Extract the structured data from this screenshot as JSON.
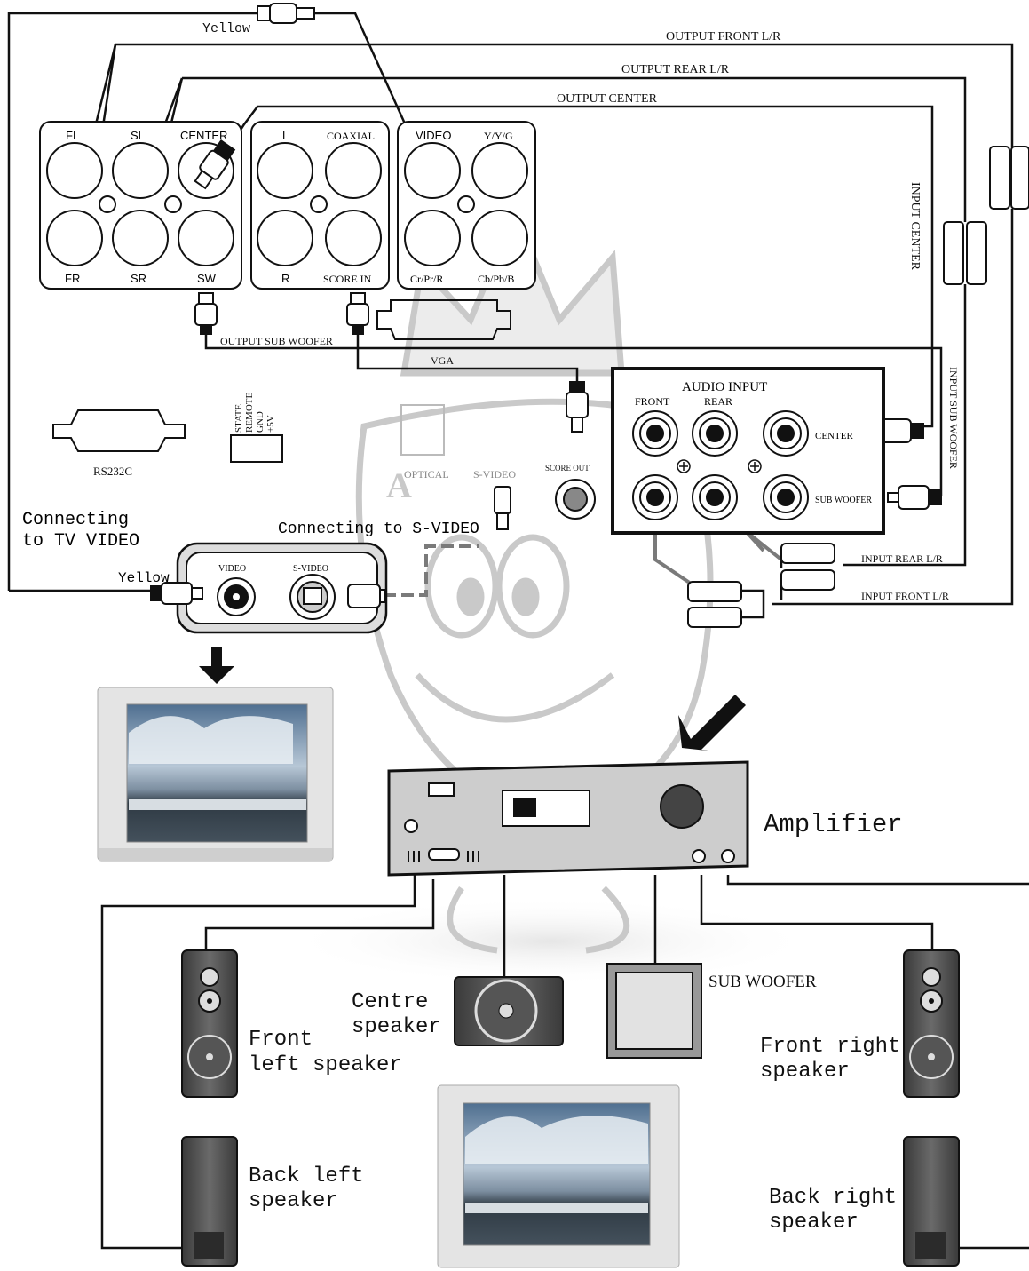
{
  "colors": {
    "line": "#111111",
    "panel_fill": "#ffffff",
    "watermark": "#c8c8c8",
    "speaker": "#555555",
    "speaker_dark": "#2b2b2b",
    "gray_cable": "#7a7a7a",
    "tv_frame": "#d8d8d8",
    "screen_sky": "#6f8fb0"
  },
  "cables": {
    "yellow_top": "Yellow",
    "output_front": "OUTPUT FRONT L/R",
    "output_rear": "OUTPUT  REAR  L/R",
    "output_center": "OUTPUT  CENTER",
    "output_sub": "OUTPUT  SUB WOOFER",
    "input_center": "INPUT  CENTER",
    "input_sub": "INPUT  SUB  WOOFER",
    "input_rear": "INPUT  REAR  L/R",
    "input_front": "INPUT FRONT L/R"
  },
  "panel_51": {
    "fl": "FL",
    "sl": "SL",
    "center": "CENTER",
    "fr": "FR",
    "sr": "SR",
    "sw": "SW"
  },
  "panel_audio": {
    "l": "L",
    "coaxial": "COAXIAL",
    "r": "R",
    "score_in": "SCORE IN"
  },
  "panel_video": {
    "video": "VIDEO",
    "ycomp": "Y/Y/G",
    "cr": "Cr/Pr/R",
    "cb": "Cb/Pb/B"
  },
  "rear_labels": {
    "vga": "VGA",
    "rs232": "RS232C",
    "state": "STATE",
    "remote": "REMOTE",
    "gnd": "GND",
    "plus5v": "+5V",
    "optical": "OPTICAL",
    "svideo": "S-VIDEO",
    "score_out": "SCORE OUT"
  },
  "audio_input": {
    "title": "AUDIO INPUT",
    "front": "FRONT",
    "rear": "REAR",
    "center": "CENTER",
    "sub": "SUB WOOFER"
  },
  "tv_connect": {
    "line1": "Connecting",
    "line2": "to TV VIDEO",
    "svideo_caption": "Connecting to S-VIDEO",
    "yellow": "Yellow",
    "video": "VIDEO",
    "svideo": "S-VIDEO"
  },
  "equipment": {
    "amplifier": "Amplifier"
  },
  "speakers": {
    "centre_1": "Centre",
    "centre_2": "speaker",
    "sub": "SUB WOOFER",
    "front_left_1": "Front",
    "front_left_2": "left speaker",
    "front_right_1": "Front right",
    "front_right_2": "speaker",
    "back_left_1": "Back left",
    "back_left_2": "speaker",
    "back_right_1": "Back right",
    "back_right_2": "speaker"
  }
}
